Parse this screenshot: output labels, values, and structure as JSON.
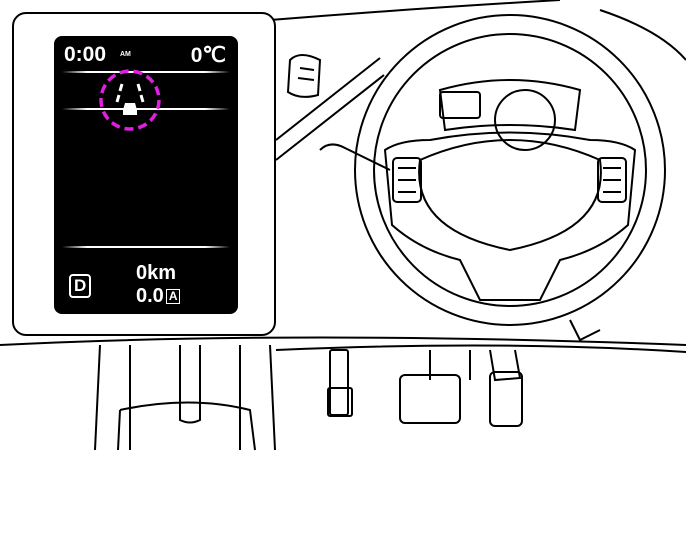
{
  "display": {
    "clock": "0:00",
    "clock_suffix": "AM",
    "temperature": "0℃",
    "gear": "D",
    "odometer": "0km",
    "trip": "0.0",
    "trip_label": "A",
    "highlighted_icon": "lane-departure-warning-icon",
    "highlight_color": "#e020e0"
  }
}
